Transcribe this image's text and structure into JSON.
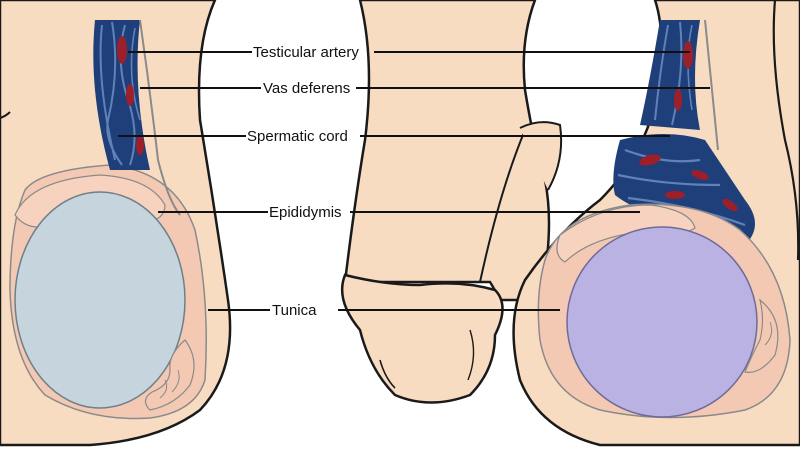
{
  "labels": {
    "testicular_artery": "Testicular artery",
    "vas_deferens": "Vas deferens",
    "spermatic_cord": "Spermatic cord",
    "epididymis": "Epididymis",
    "tunica": "Tunica"
  },
  "colors": {
    "skin": "#f8dcc2",
    "skin_inner": "#f3c9b4",
    "outline": "#1a1a1a",
    "left_testis": "#c5d4dd",
    "right_testis": "#b9b2e2",
    "vein_blue": "#1f3f7a",
    "artery_red": "#9c1f2a",
    "leader_line": "#111111"
  }
}
